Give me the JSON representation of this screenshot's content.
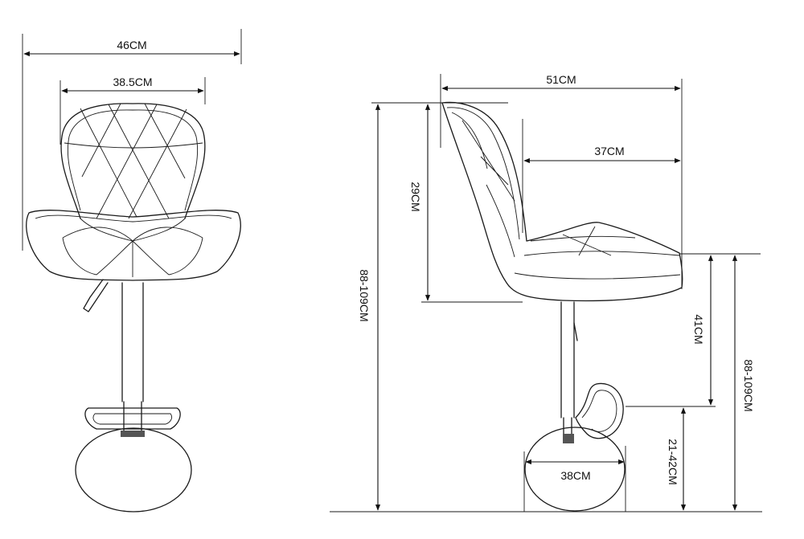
{
  "front_view": {
    "overall_width": "46CM",
    "seat_back_width": "38.5CM"
  },
  "side_view": {
    "depth": "51CM",
    "seat_depth": "37CM",
    "back_height": "29CM",
    "total_height": "88-109CM",
    "seat_height_range": "88-109CM",
    "seat_to_footrest": "41CM",
    "footrest_height": "21-42CM",
    "base_diameter": "38CM"
  }
}
